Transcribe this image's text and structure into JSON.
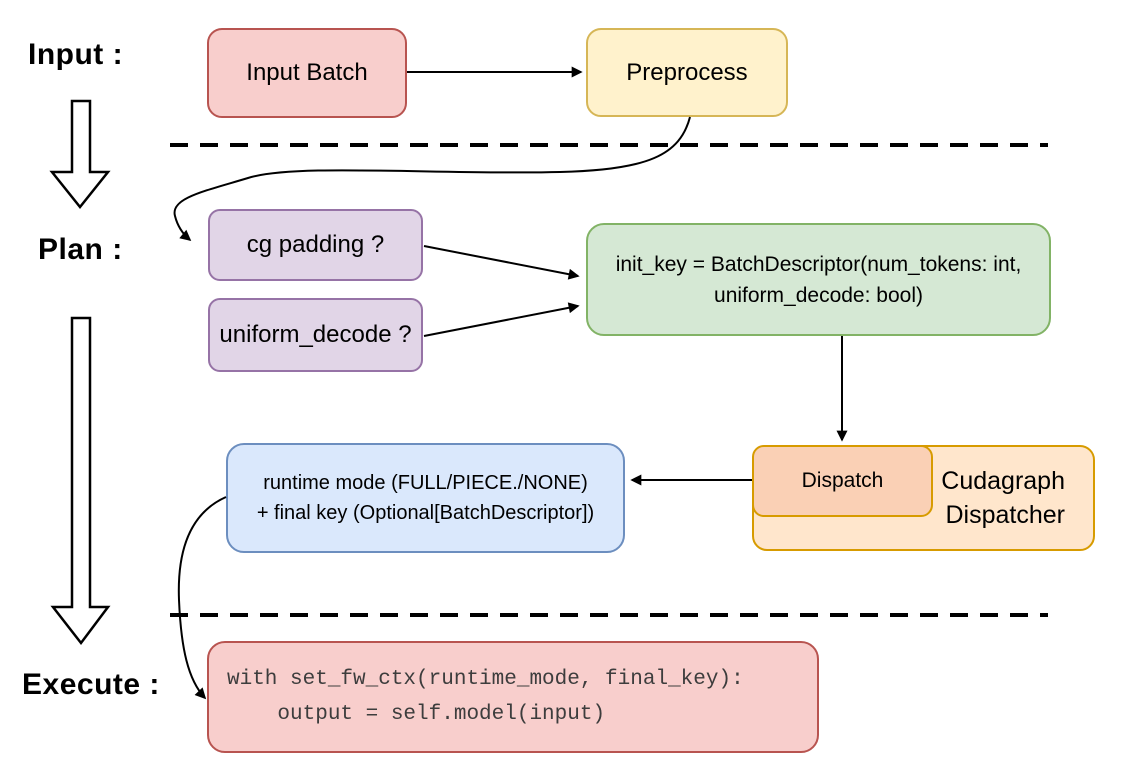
{
  "stages": {
    "input_label": "Input :",
    "plan_label": "Plan :",
    "execute_label": "Execute :"
  },
  "nodes": {
    "input_batch": {
      "label": "Input Batch"
    },
    "preprocess": {
      "label": "Preprocess"
    },
    "cg_padding": {
      "label": "cg padding ?"
    },
    "uniform_decode": {
      "label": "uniform_decode ?"
    },
    "init_key": {
      "line1": "init_key = BatchDescriptor(num_tokens: int,",
      "line2": "uniform_decode: bool)"
    },
    "dispatch": {
      "label": "Dispatch"
    },
    "cudagraph_dispatcher": {
      "line1": "Cudagraph",
      "line2": "Dispatcher"
    },
    "runtime_mode": {
      "line1": "runtime mode (FULL/PIECE./NONE)",
      "line2": "+ final key (Optional[BatchDescriptor])"
    },
    "execute_code": {
      "line1": "with set_fw_ctx(runtime_mode, final_key):",
      "line2": "    output = self.model(input)"
    }
  },
  "colors": {
    "red_fill": "#F8CECC",
    "red_border": "#B85450",
    "yellow_fill": "#FFF2CC",
    "yellow_border": "#D6B656",
    "purple_fill": "#E1D5E7",
    "purple_border": "#9673A6",
    "green_fill": "#D5E8D4",
    "green_border": "#82B366",
    "orange_fill": "#FFE6CC",
    "orange_inner_fill": "#FAD0B5",
    "orange_border": "#D79B00",
    "blue_fill": "#DAE8FC",
    "blue_border": "#6C8EBF",
    "connector": "#000000"
  }
}
